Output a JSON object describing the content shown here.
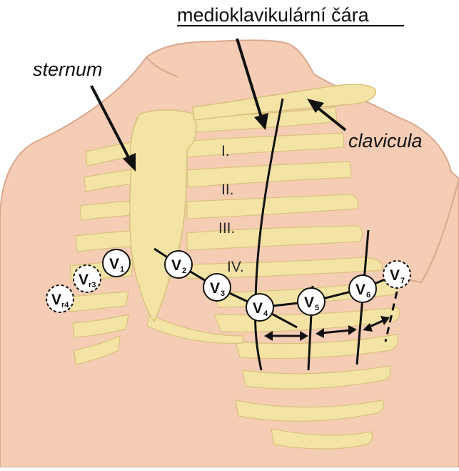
{
  "labels": {
    "midclavicular_line": "medioklavikulární čára",
    "sternum": "sternum",
    "clavicula": "clavicula"
  },
  "rib_spaces": [
    "I.",
    "II.",
    "III.",
    "IV."
  ],
  "leads": [
    {
      "main": "V",
      "sub": "1",
      "style": "solid"
    },
    {
      "main": "V",
      "sub": "2",
      "style": "solid"
    },
    {
      "main": "V",
      "sub": "3",
      "style": "solid"
    },
    {
      "main": "V",
      "sub": "4",
      "style": "solid"
    },
    {
      "main": "V",
      "sub": "5",
      "style": "solid"
    },
    {
      "main": "V",
      "sub": "6",
      "style": "solid"
    },
    {
      "main": "V",
      "sub": "7",
      "style": "dashed"
    },
    {
      "main": "V",
      "sub": "r3",
      "style": "dashed"
    },
    {
      "main": "V",
      "sub": "r4",
      "style": "dashed"
    }
  ],
  "colors": {
    "skin": "#f4cdb4",
    "skin_outline": "#d8a98e",
    "bone": "#f3e4a6",
    "bone_outline": "#d9c17a",
    "ink": "#111111"
  }
}
